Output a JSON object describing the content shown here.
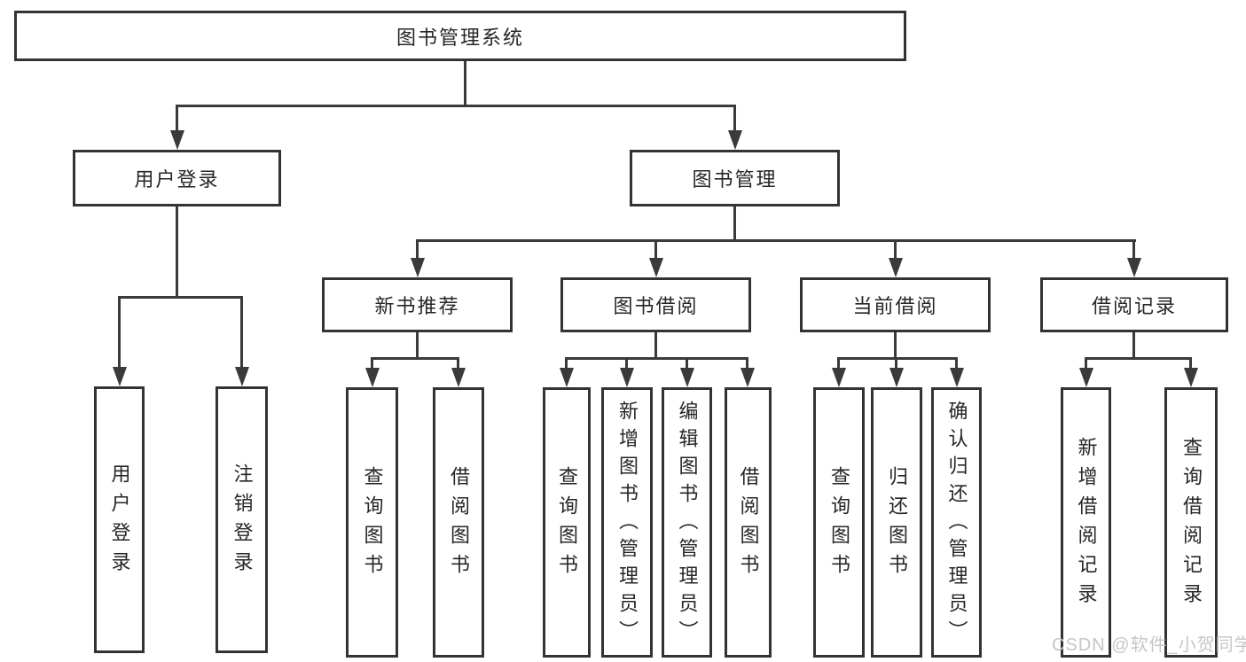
{
  "colors": {
    "background": "#ffffff",
    "box_border": "#333333",
    "line": "#3a3a3a",
    "text": "#262626",
    "watermark": "#c6c6c6"
  },
  "watermark": {
    "text": "CSDN @软件_小贺同学"
  },
  "tree": {
    "label": "图书管理系统",
    "children": [
      {
        "label": "用户登录",
        "children": [
          {
            "label": "用户登录"
          },
          {
            "label": "注销登录"
          }
        ]
      },
      {
        "label": "图书管理",
        "children": [
          {
            "label": "新书推荐",
            "children": [
              {
                "label": "查询图书"
              },
              {
                "label": "借阅图书"
              }
            ]
          },
          {
            "label": "图书借阅",
            "children": [
              {
                "label": "查询图书"
              },
              {
                "label": "新增图书（管理员）"
              },
              {
                "label": "编辑图书（管理员）"
              },
              {
                "label": "借阅图书"
              }
            ]
          },
          {
            "label": "当前借阅",
            "children": [
              {
                "label": "查询图书"
              },
              {
                "label": "归还图书"
              },
              {
                "label": "确认归还（管理员）"
              }
            ]
          },
          {
            "label": "借阅记录",
            "children": [
              {
                "label": "新增借阅记录"
              },
              {
                "label": "查询借阅记录"
              }
            ]
          }
        ]
      }
    ]
  }
}
